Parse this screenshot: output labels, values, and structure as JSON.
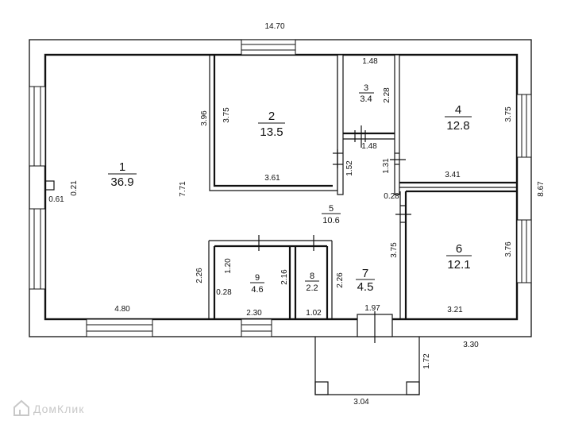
{
  "plan": {
    "overall_width": "14.70",
    "overall_depth": "8.67",
    "rooms": [
      {
        "number": "1",
        "area": "36.9"
      },
      {
        "number": "2",
        "area": "13.5"
      },
      {
        "number": "3",
        "area": "3.4"
      },
      {
        "number": "4",
        "area": "12.8"
      },
      {
        "number": "5",
        "area": "10.6"
      },
      {
        "number": "6",
        "area": "12.1"
      },
      {
        "number": "7",
        "area": "4.5"
      },
      {
        "number": "8",
        "area": "2.2"
      },
      {
        "number": "9",
        "area": "4.6"
      }
    ],
    "dims": {
      "r1_bottom": "4.80",
      "r1_height": "7.71",
      "col_w": "0.61",
      "col_d": "0.21",
      "r1_right": "3.96",
      "r2_left": "3.75",
      "r2_bottom": "3.61",
      "r3_top": "1.48",
      "r3_right": "2.28",
      "r3_bottom": "1.48",
      "r4_right": "3.75",
      "r4_bottom": "3.41",
      "corr_left": "1.52",
      "corr_right": "1.31",
      "corr_small": "0.28",
      "r6_left": "3.75",
      "r6_right": "3.76",
      "r6_bottom": "3.21",
      "r9_left": "2.26",
      "r9_top": "1.20",
      "r9_right": "2.16",
      "r9_small": "0.28",
      "r9_bottom": "2.30",
      "r8_bottom": "1.02",
      "r7_left": "2.26",
      "r7_bottom": "1.97",
      "porch_width": "3.30",
      "porch_depth": "1.72",
      "porch_bottom": "3.04"
    }
  },
  "watermark": {
    "brand": "ДомКлик"
  }
}
